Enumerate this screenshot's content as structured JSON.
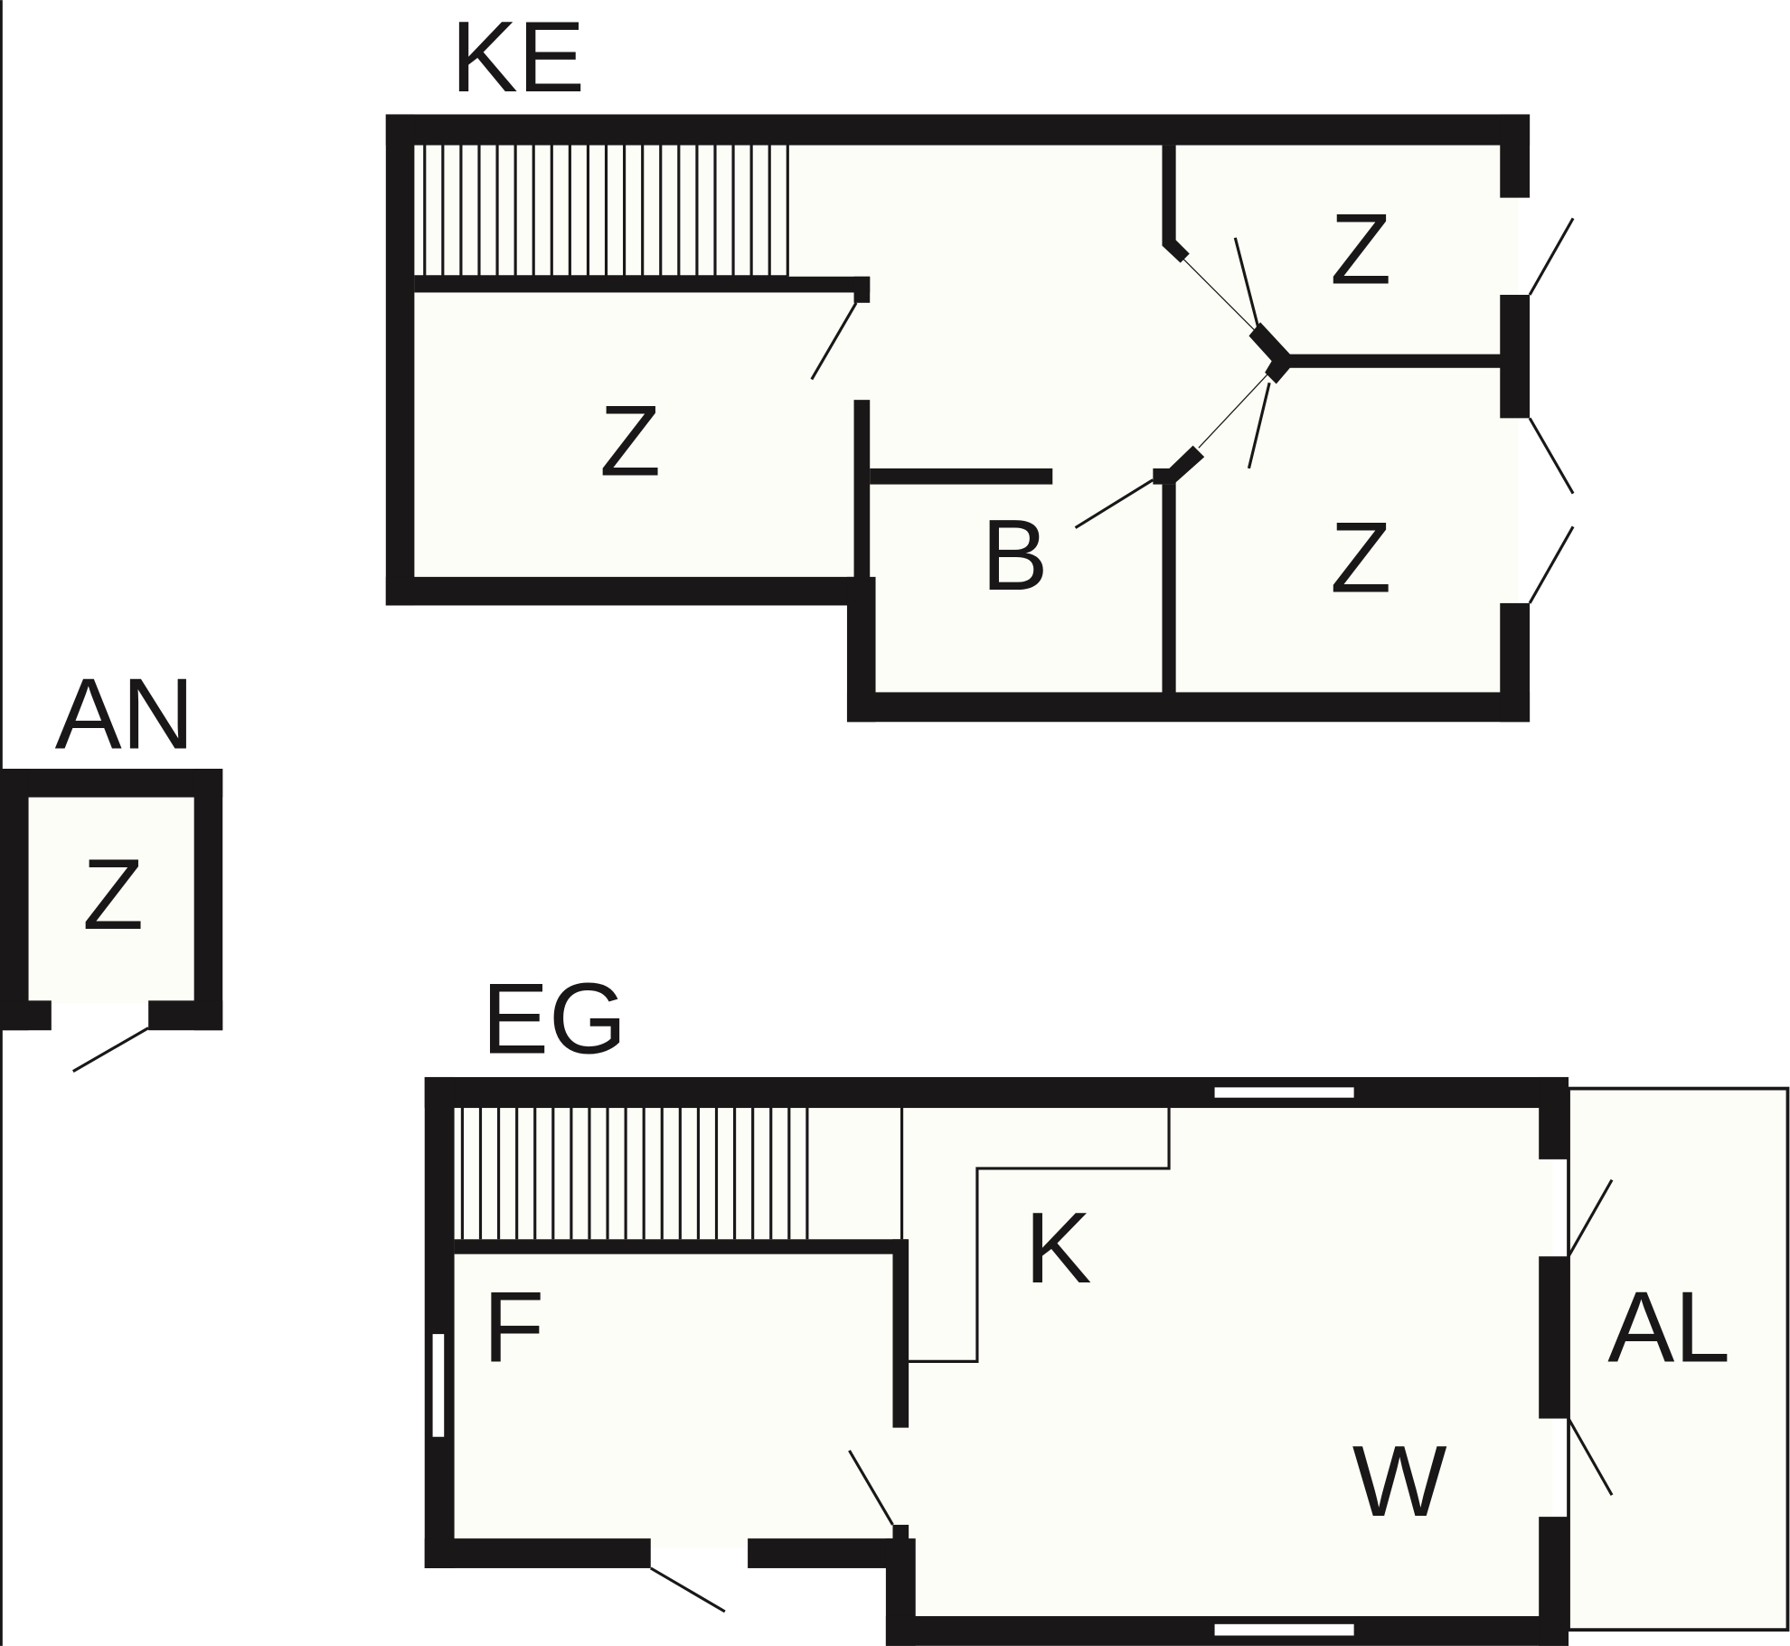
{
  "floors": {
    "ke": {
      "label": "KE",
      "rooms": [
        "Z",
        "Z",
        "B",
        "Z"
      ]
    },
    "an": {
      "label": "AN",
      "rooms": [
        "Z"
      ]
    },
    "eg": {
      "label": "EG",
      "rooms": [
        "K",
        "F",
        "W",
        "AL"
      ]
    }
  },
  "colors": {
    "wall": "#1a1718",
    "room": "#fcfdf7"
  }
}
